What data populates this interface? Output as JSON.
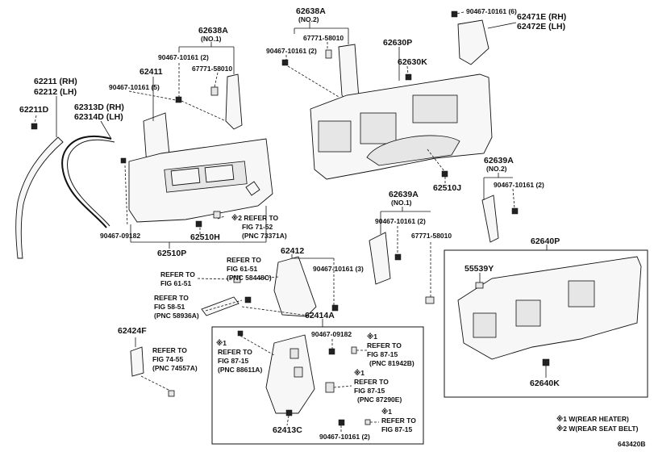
{
  "labels": {
    "p62211": "62211 (RH)",
    "p62212": "62212 (LH)",
    "p62211d": "62211D",
    "p62313d": "62313D (RH)",
    "p62314d": "62314D (LH)",
    "p62411": "62411",
    "p90467_5": "90467-10161 (5)",
    "p62638a_1": "62638A",
    "p62638a_1n": "(NO.1)",
    "p90467_2a": "90467-10161 (2)",
    "p67771a": "67771-58010",
    "p62638a_2": "62638A",
    "p62638a_2n": "(NO.2)",
    "p67771b": "67771-58010",
    "p90467_2b": "90467-10161 (2)",
    "p62630p": "62630P",
    "p62630k": "62630K",
    "p90467_6": "90467-10161 (6)",
    "p62471e": "62471E (RH)",
    "p62472e": "62472E (LH)",
    "p62510j": "62510J",
    "p62639a_2": "62639A",
    "p62639a_2n": "(NO.2)",
    "p90467_2c": "90467-10161 (2)",
    "p62639a_1": "62639A",
    "p62639a_1n": "(NO.1)",
    "p90467_2d": "90467-10161 (2)",
    "p67771c": "67771-58010",
    "p90467_09182a": "90467-09182",
    "p62510h": "62510H",
    "p62510p": "62510P",
    "p62412": "62412",
    "p90467_3": "90467-10161 (3)",
    "p62414a": "62414A",
    "p62424f": "62424F",
    "p90467_09182b": "90467-09182",
    "p62413c": "62413C",
    "p90467_2e": "90467-10161 (2)",
    "p62640p": "62640P",
    "p55539y": "55539Y",
    "p62640k": "62640K",
    "diagram_id": "643420B"
  },
  "references": {
    "r1": [
      "※2 REFER TO",
      "FIG 71-52",
      "(PNC 73371A)"
    ],
    "r2": [
      "REFER TO",
      "FIG 61-51",
      "(PNC 58448C)"
    ],
    "r3": [
      "REFER TO",
      "FIG 61-51"
    ],
    "r4": [
      "REFER TO",
      "FIG 58-51",
      "(PNC 58936A)"
    ],
    "r5": [
      "REFER TO",
      "FIG 74-55",
      "(PNC 74557A)"
    ],
    "r6": [
      "※1",
      "REFER TO",
      "FIG 87-15",
      "(PNC 88611A)"
    ],
    "r7": [
      "※1",
      "REFER TO",
      "FIG 87-15",
      "(PNC 81942B)"
    ],
    "r8": [
      "※1",
      "REFER TO",
      "FIG 87-15",
      "(PNC 87290E)"
    ],
    "r9": [
      "※1",
      "REFER TO",
      "FIG 87-15"
    ]
  },
  "legend": {
    "l1": "※1 W(REAR HEATER)",
    "l2": "※2 W(REAR SEAT BELT)"
  }
}
